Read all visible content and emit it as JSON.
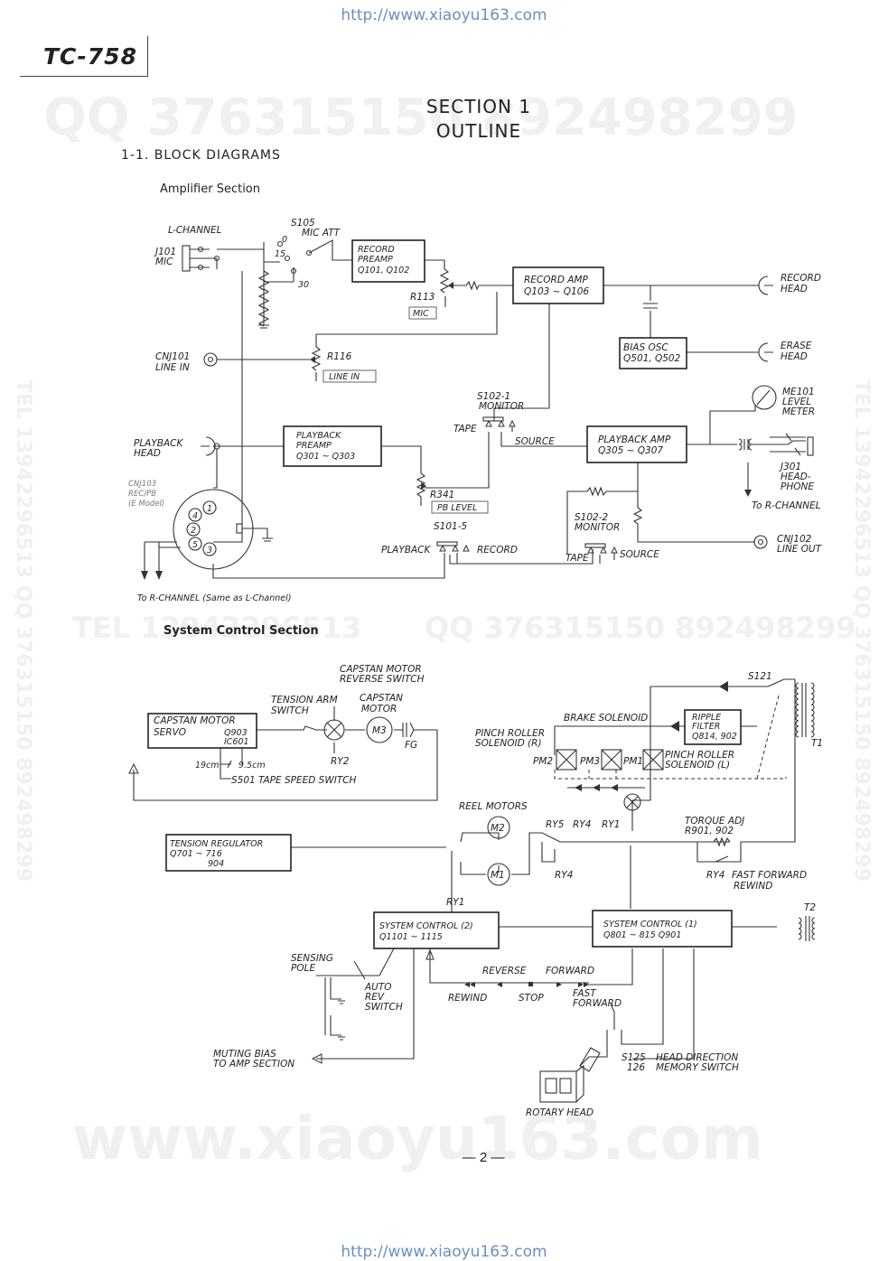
{
  "watermark": {
    "url": "http://www.xiaoyu163.com",
    "qq_line": "QQ 376315150 892498299",
    "tel_side": "TEL 13942296513 QQ 376315150 892498299",
    "tel_mid": "TEL 13942296513",
    "qq_mid": "QQ 376315150 892498299",
    "big_url": "www.xiaoyu163.com"
  },
  "header": {
    "model": "TC-758"
  },
  "section": {
    "line1": "SECTION 1",
    "line2": "OUTLINE"
  },
  "subsection": "1-1. BLOCK DIAGRAMS",
  "amplifier": {
    "heading": "Amplifier Section",
    "labels": {
      "l_channel": "L-CHANNEL",
      "s105": "S105",
      "mic_att": "MIC ATT",
      "att0": "0",
      "att15": "15",
      "att30": "30",
      "j101": "J101",
      "mic": "MIC",
      "record_preamp_1": "RECORD",
      "record_preamp_2": "PREAMP",
      "record_preamp_3": "Q101, Q102",
      "r113": "R113",
      "mic_tag": "MIC",
      "record_amp_1": "RECORD AMP",
      "record_amp_2": "Q103 ~ Q106",
      "record_head_1": "RECORD",
      "record_head_2": "HEAD",
      "cnj101_1": "CNJ101",
      "cnj101_2": "LINE IN",
      "r116": "R116",
      "line_in_tag": "LINE IN",
      "bias_osc_1": "BIAS OSC",
      "bias_osc_2": "Q501, Q502",
      "erase_head_1": "ERASE",
      "erase_head_2": "HEAD",
      "s102_1": "S102-1",
      "monitor": "MONITOR",
      "tape": "TAPE",
      "source": "SOURCE",
      "me101_1": "ME101",
      "me101_2": "LEVEL",
      "me101_3": "METER",
      "playback_head_1": "PLAYBACK",
      "playback_head_2": "HEAD",
      "pb_preamp_1": "PLAYBACK",
      "pb_preamp_2": "PREAMP",
      "pb_preamp_3": "Q301 ~ Q303",
      "pb_amp_1": "PLAYBACK AMP",
      "pb_amp_2": "Q305 ~ Q307",
      "j301_1": "J301",
      "j301_2": "HEAD-",
      "j301_3": "PHONE",
      "to_r_channel": "To R-CHANNEL",
      "cnj103_1": "CNJ103",
      "cnj103_2": "REC/PB",
      "cnj103_3": "(E Model)",
      "r341": "R341",
      "pb_level_tag": "PB LEVEL",
      "s102_2": "S102-2",
      "monitor2": "MONITOR",
      "s101_5": "S101-5",
      "playback": "PLAYBACK",
      "record": "RECORD",
      "tape2": "TAPE",
      "source2": "SOURCE",
      "cnj102_1": "CNJ102",
      "cnj102_2": "LINE OUT",
      "to_r_same": "To R-CHANNEL (Same as L-Channel)",
      "pin1": "1",
      "pin2": "2",
      "pin3": "3",
      "pin4": "4",
      "pin5": "5"
    }
  },
  "system": {
    "heading": "System Control Section",
    "labels": {
      "capstan_rev_1": "CAPSTAN MOTOR",
      "capstan_rev_2": "REVERSE SWITCH",
      "tension_arm_1": "TENSION ARM",
      "tension_arm_2": "SWITCH",
      "capstan_motor_1": "CAPSTAN",
      "capstan_motor_2": "MOTOR",
      "servo_1": "CAPSTAN   MOTOR",
      "servo_2": "SERVO",
      "servo_3": "Q903",
      "servo_4": "IC601",
      "m3": "M3",
      "fg": "FG",
      "ry2": "RY2",
      "s19": "19cm",
      "s95": "9.5cm",
      "s501": "S501 TAPE SPEED SWITCH",
      "s121": "S121",
      "brake_sol": "BRAKE SOLENOID",
      "ripple_1": "RIPPLE",
      "ripple_2": "FILTER",
      "ripple_3": "Q814, 902",
      "pinch_r_1": "PINCH ROLLER",
      "pinch_r_2": "SOLENOID (R)",
      "pinch_l_1": "PINCH ROLLER",
      "pinch_l_2": "SOLENOID (L)",
      "pm2": "PM2",
      "pm3": "PM3",
      "pm1": "PM1",
      "t1": "T1",
      "reel_motors": "REEL MOTORS",
      "m2": "M2",
      "m1": "M1",
      "ry5": "RY5",
      "ry4": "RY4",
      "ry1": "RY1",
      "ry4b": "RY4",
      "ry1b": "RY1",
      "torque_1": "TORQUE ADJ",
      "torque_2": "R901, 902",
      "tension_reg_1": "TENSION REGULATOR",
      "tension_reg_2": "Q701 ~ 716",
      "tension_reg_3": "904",
      "ry4_ff": "RY4",
      "fast_forward": "FAST FORWARD",
      "rewind_b": "REWIND",
      "t2": "T2",
      "sys2_1": "SYSTEM CONTROL (2)",
      "sys2_2": "Q1101 ~ 1115",
      "sys1_1": "SYSTEM CONTROL (1)",
      "sys1_2": "Q801 ~ 815  Q901",
      "sensing_1": "SENSING",
      "sensing_2": "POLE",
      "auto_1": "AUTO",
      "auto_2": "REV",
      "auto_3": "SWITCH",
      "reverse": "REVERSE",
      "forward": "FORWARD",
      "rewind": "REWIND",
      "stop": "STOP",
      "fast_1": "FAST",
      "fast_2": "FORWARD",
      "muting_1": "MUTING BIAS",
      "muting_2": "TO AMP SECTION",
      "s125_1": "S125",
      "s125_2": "126",
      "hd_1": "HEAD DIRECTION",
      "hd_2": "MEMORY SWITCH",
      "rotary": "ROTARY HEAD"
    }
  },
  "page_number": "— 2 —"
}
